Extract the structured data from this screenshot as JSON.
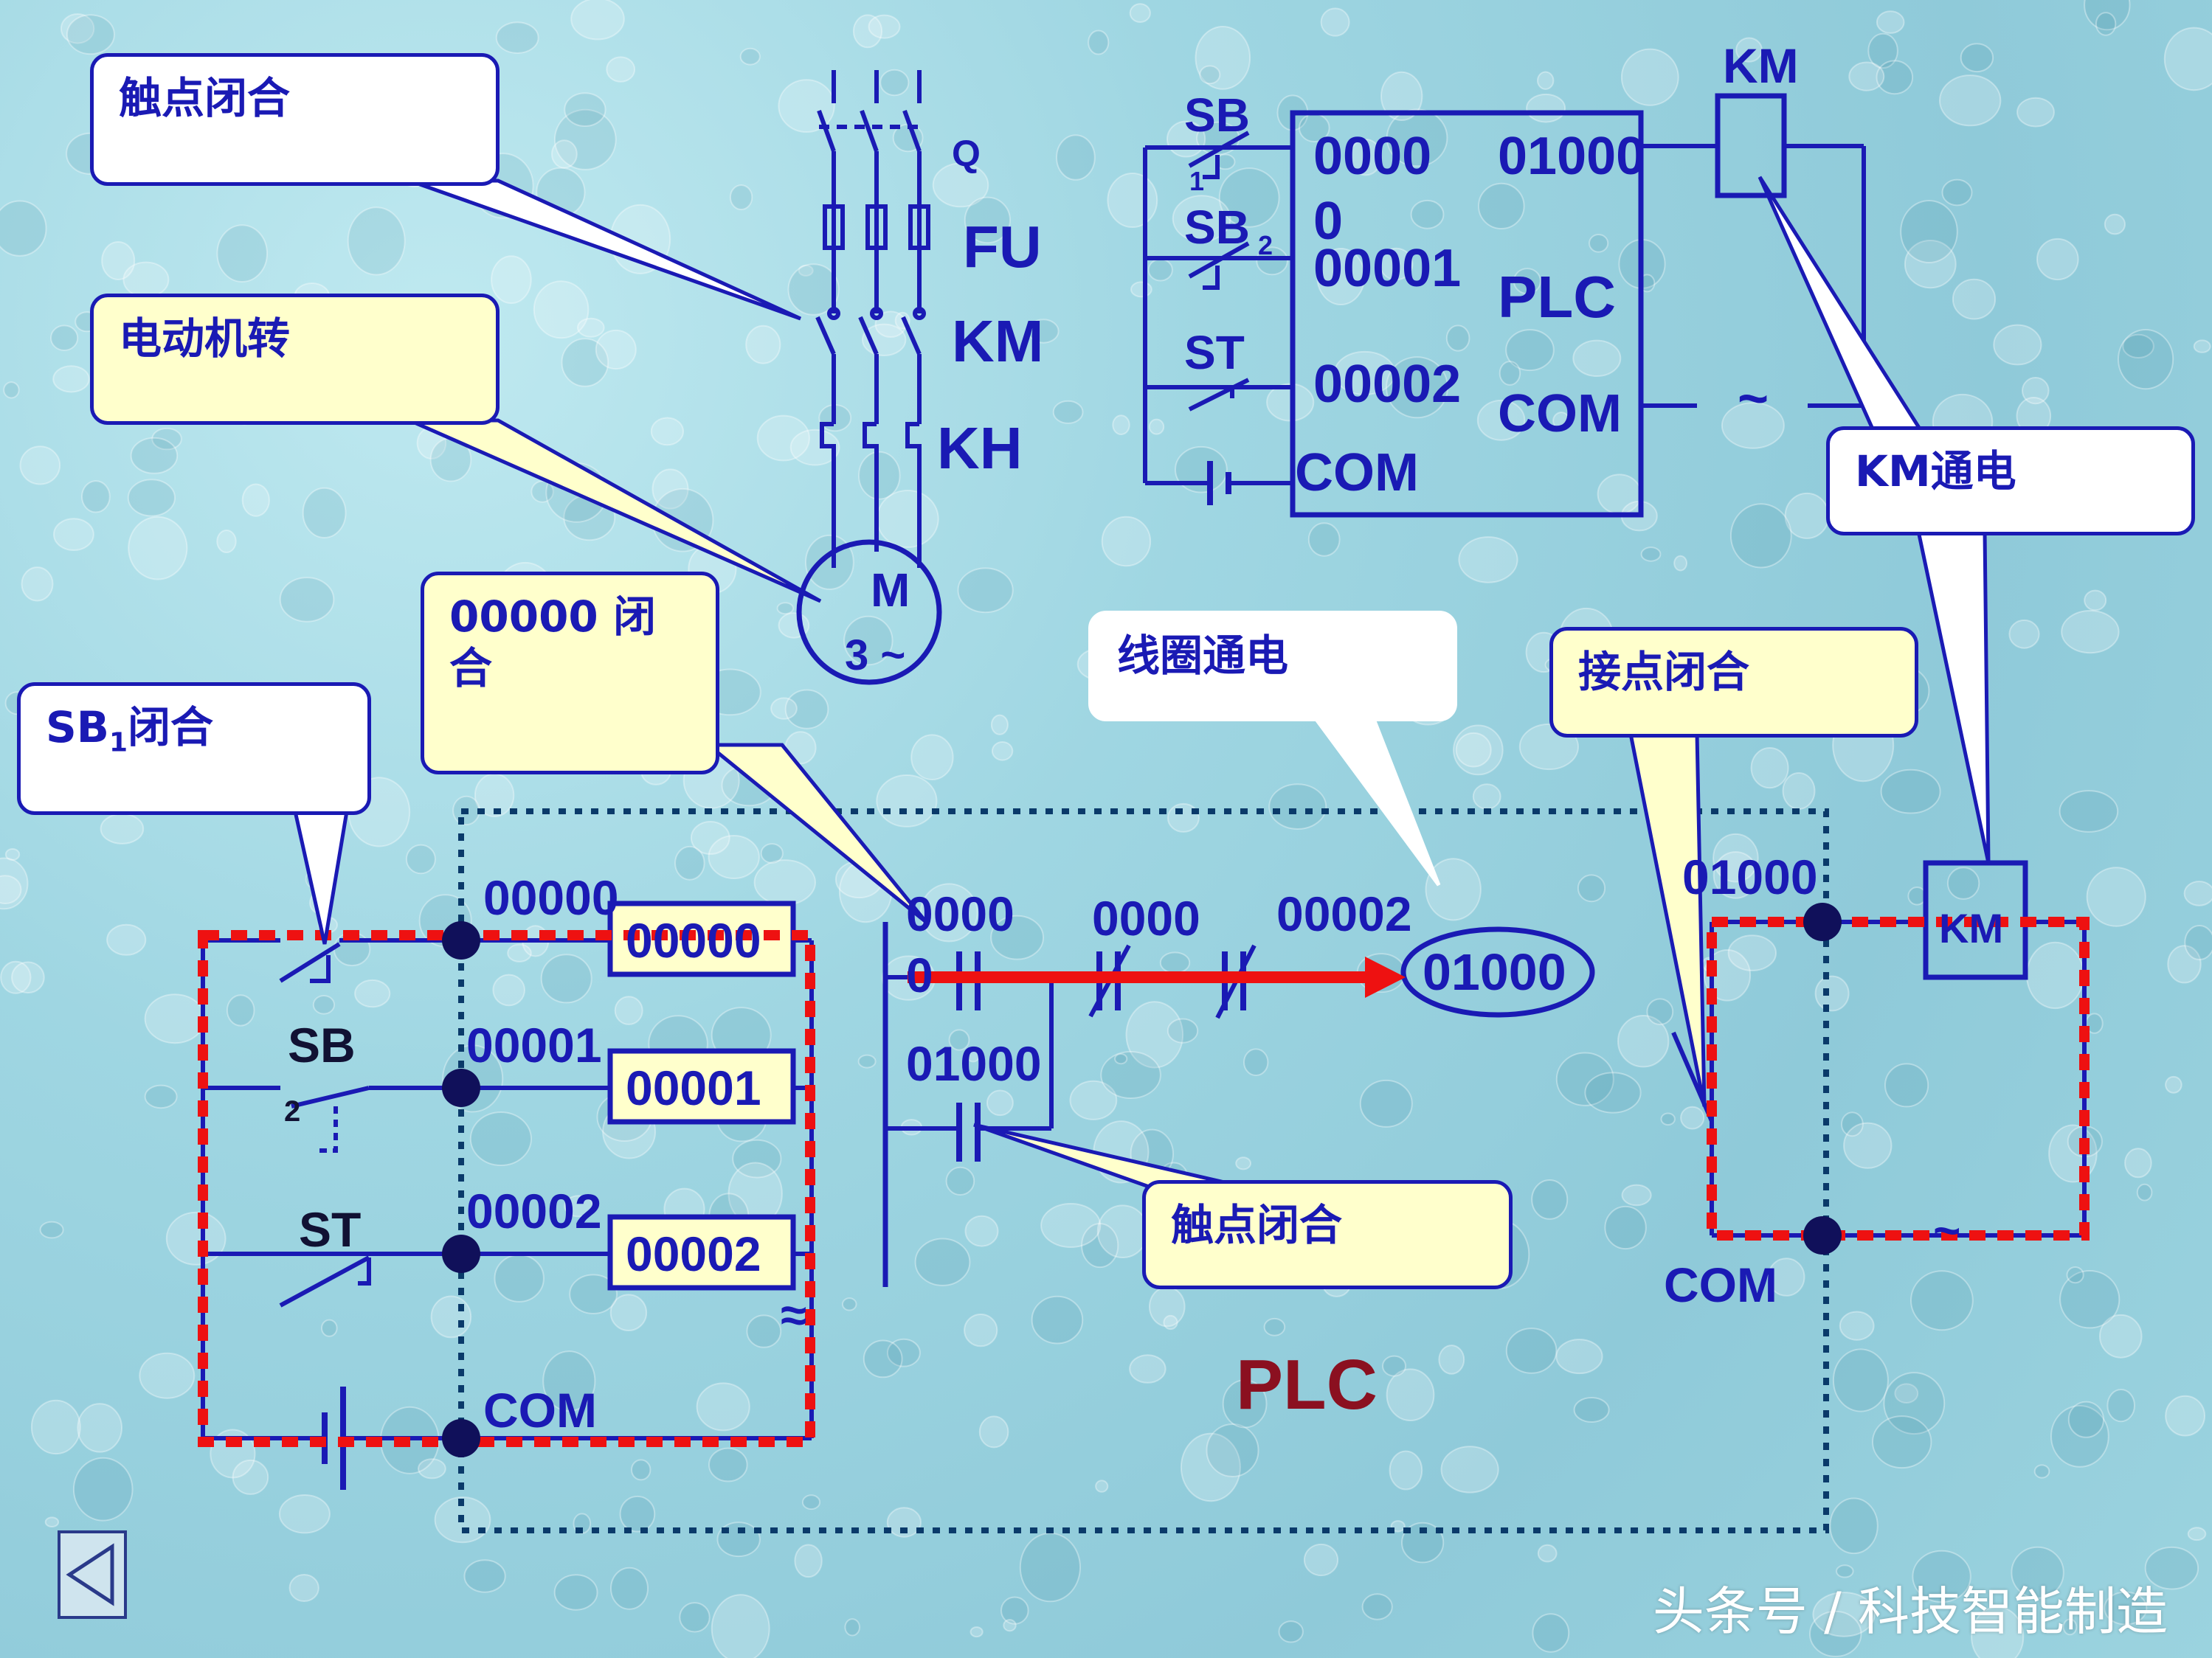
{
  "motor_circuit": {
    "labels": {
      "q": "Q",
      "fu": "FU",
      "km": "KM",
      "kh": "KH",
      "motor_m": "M",
      "motor_3": "3 ~"
    }
  },
  "plc_wiring": {
    "sb1": "SB",
    "sb1_sub": "1",
    "sb2": "SB",
    "sb2_sub": "2",
    "st": "ST",
    "in0": "0000",
    "in0_tail": "0",
    "in1": "00001",
    "in2": "00002",
    "com_in": "COM",
    "out": "01000",
    "plc": "PLC",
    "com_out": "COM",
    "ac": "~",
    "coil": "KM"
  },
  "input_section": {
    "sb": "SB",
    "sb_sub": "2",
    "st": "ST",
    "terms": [
      "00000",
      "00001",
      "00002"
    ],
    "boxes": [
      "00000",
      "00001",
      "00002"
    ],
    "com": "COM",
    "tilde": "≈"
  },
  "ladder": {
    "c1a": "0000",
    "c1b": "0",
    "c2": "0000",
    "c3": "00002",
    "coil": "01000",
    "c4": "01000"
  },
  "output_section": {
    "term": "01000",
    "coil": "KM",
    "com": "COM",
    "ac": "~"
  },
  "plc_label": "PLC",
  "callouts": {
    "contact_closed_top": "触点闭合",
    "motor_runs": "电动机转",
    "in_closed": "00000 闭合",
    "sb1_closed": "SB",
    "sb1_closed_sub": "1",
    "sb1_closed_tail": "闭合",
    "coil_energized": "线圈通电",
    "contact_closed_out": "接点闭合",
    "km_energized": "KM通电",
    "contact_closed_bottom": "触点闭合"
  },
  "watermark": "头条号 / 科技智能制造",
  "colors": {
    "wire": "#1a1ab4",
    "dash_red": "#ee1111",
    "plc_label": "#8b1020",
    "bg": "#9fd6e2"
  }
}
